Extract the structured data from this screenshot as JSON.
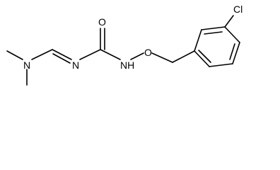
{
  "molecule": {
    "atoms": {
      "oxygen_carbonyl": "O",
      "nitrogen_dimethylamino": "N",
      "nitrogen_imine": "N",
      "nitrogen_amide": "NH",
      "oxygen_ether": "O",
      "chlorine": "Cl"
    },
    "colors": {
      "bond": "#000000",
      "label": "#000000",
      "background": "#ffffff"
    }
  }
}
